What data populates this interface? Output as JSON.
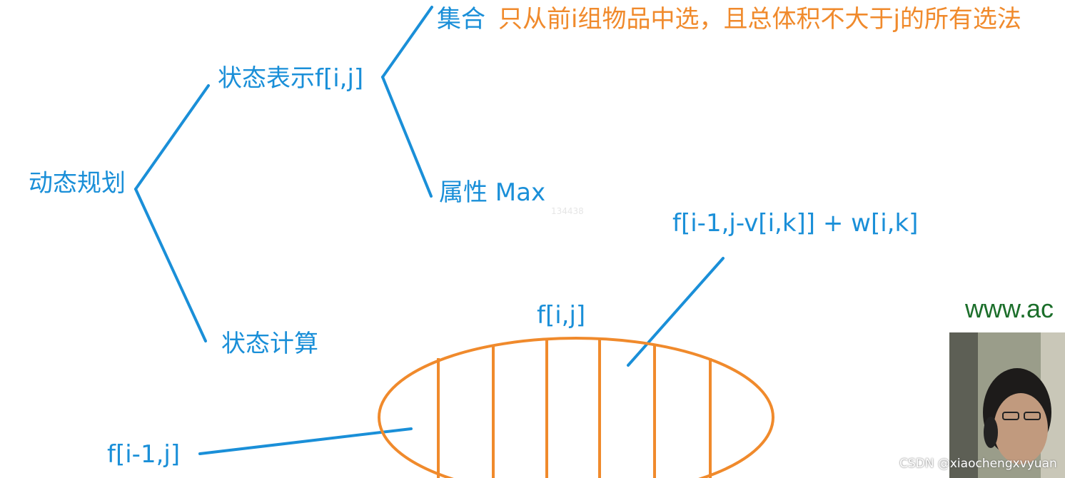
{
  "root": {
    "label": "动态规划"
  },
  "state_repr": {
    "label": "状态表示f[i,j]"
  },
  "set": {
    "label": "集合",
    "desc": "只从前i组物品中选，且总体积不大于j的所有选法"
  },
  "attribute": {
    "label": "属性 Max"
  },
  "state_calc": {
    "label": "状态计算"
  },
  "formula": {
    "label": "f[i-1,j-v[i,k]] + w[i,k]"
  },
  "fij": {
    "label": "f[i,j]"
  },
  "fprev": {
    "label": "f[i-1,j]"
  },
  "small_mark": {
    "text": "134438"
  },
  "site": {
    "text": "www.ac"
  },
  "watermark": {
    "text": "CSDN @xiaochengxvyuan"
  },
  "colors": {
    "blue": "#1a8fd8",
    "orange": "#f08a2c",
    "green": "#1b6e2a"
  }
}
